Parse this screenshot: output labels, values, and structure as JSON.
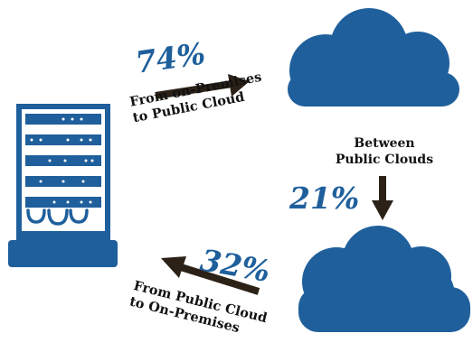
{
  "flows": {
    "onprem_to_public": {
      "percent": "74%",
      "label_line1": "From on-Premises",
      "label_line2": "to Public Cloud"
    },
    "between_public": {
      "percent": "21%",
      "label_line1": "Between",
      "label_line2": "Public Clouds"
    },
    "public_to_onprem": {
      "percent": "32%",
      "label_line1": "From Public Cloud",
      "label_line2": "to On-Premises"
    }
  },
  "colors": {
    "accent": "#1f5f9c",
    "icon": "#1f5f9c",
    "arrow": "#2b2116",
    "text": "#111111",
    "background": "#ffffff"
  },
  "icons": [
    "server-rack-icon",
    "cloud-icon",
    "cloud-icon",
    "arrow-right-icon",
    "arrow-down-icon",
    "arrow-left-icon"
  ]
}
